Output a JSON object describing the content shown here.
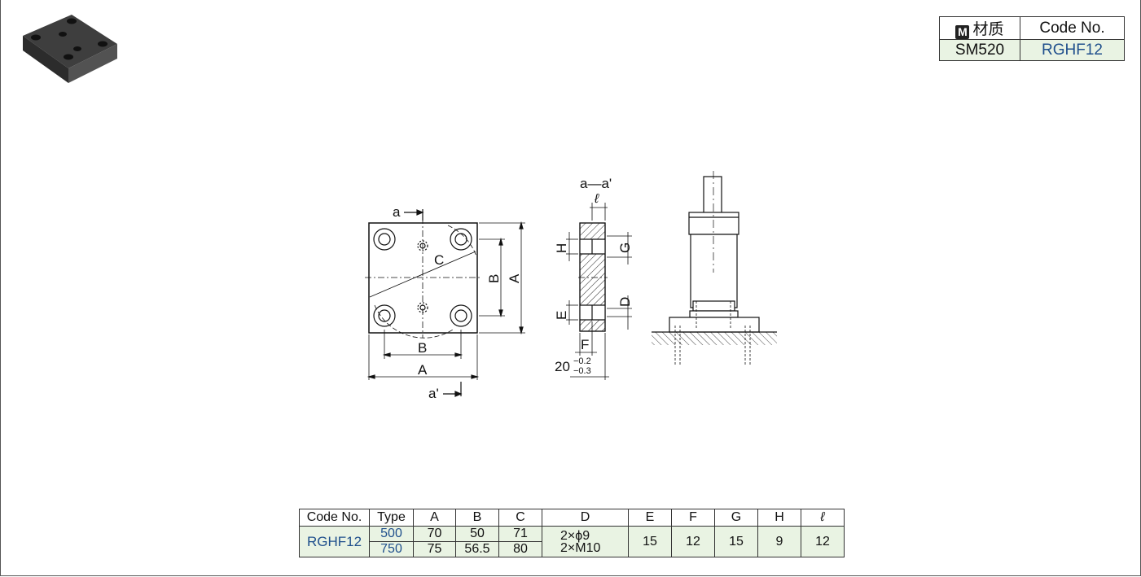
{
  "spec_table": {
    "material_badge": "M",
    "material_header": "材质",
    "code_header": "Code No.",
    "material_value": "SM520",
    "code_value": "RGHF12"
  },
  "drawing_labels": {
    "section": "a—a'",
    "a_top": "a",
    "a_bottom": "a'",
    "A": "A",
    "B": "B",
    "C": "C",
    "D": "D",
    "E": "E",
    "F": "F",
    "G": "G",
    "H": "H",
    "ell": "ℓ",
    "thickness": "20",
    "tol_upper": "−0.2",
    "tol_lower": "−0.3"
  },
  "data_table": {
    "headers": [
      "Code No.",
      "Type",
      "A",
      "B",
      "C",
      "D",
      "E",
      "F",
      "G",
      "H",
      "ℓ"
    ],
    "code": "RGHF12",
    "rows": [
      {
        "type": "500",
        "A": "70",
        "B": "50",
        "C": "71"
      },
      {
        "type": "750",
        "A": "75",
        "B": "56.5",
        "C": "80"
      }
    ],
    "D_line1": "2×ϕ9",
    "D_line2": "2×M10",
    "E": "15",
    "F": "12",
    "G": "15",
    "H": "9",
    "ell": "12"
  }
}
